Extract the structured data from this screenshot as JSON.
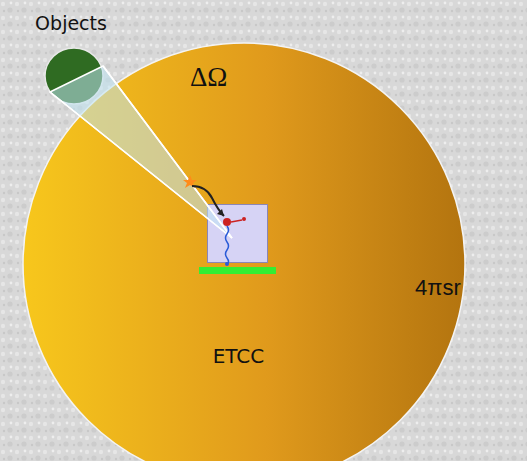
{
  "diagram": {
    "nodes": [
      {
        "text": [
          "4πsr"
        ]
      },
      {
        "text": [
          "Objects"
        ],
        "in": 0
      },
      {
        "text": [
          "ETCC"
        ],
        "in": 0
      }
    ],
    "labels": [
      "ΔΩ"
    ]
  }
}
